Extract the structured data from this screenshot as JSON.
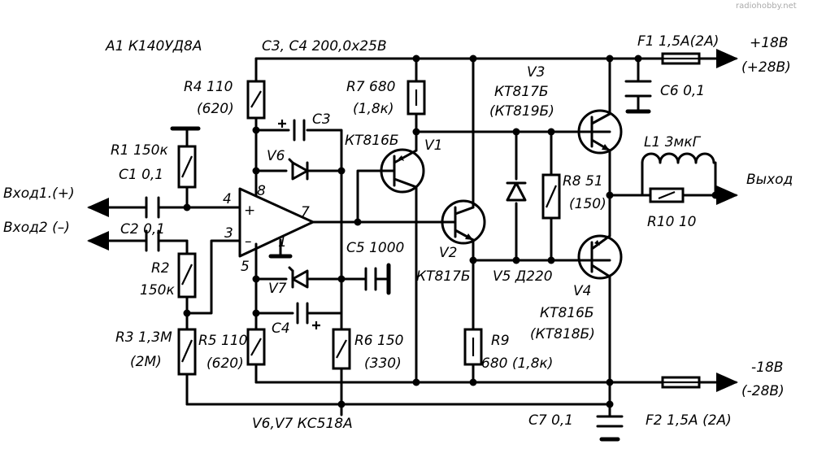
{
  "watermark": "radiohobby.net",
  "labels": {
    "a1": "A1 К140УД8А",
    "c3c4": "C3, C4 200,0х25В",
    "r4": "R4 110",
    "r4_alt": "(620)",
    "r7": "R7 680",
    "r7_alt": "(1,8к)",
    "v3": "V3",
    "v3_type": "КТ817Б",
    "v3_alt": "(КТ819Б)",
    "f1": "F1 1,5А(2А)",
    "pos_supply": "+18В",
    "pos_supply_alt": "(+28В)",
    "c6": "C6 0,1",
    "c3": "C3",
    "v1_type": "КТ816Б",
    "v1": "V1",
    "l1": "L1 3мкГ",
    "r1": "R1 150к",
    "v6": "V6",
    "c1": "C1 0,1",
    "r8": "R8 51",
    "r8_alt": "(150)",
    "output": "Выход",
    "input1": "Вход1.(+)",
    "input2": "Вход2 (–)",
    "c2": "C2 0,1",
    "pin4": "4",
    "pin8": "8",
    "pin7": "7",
    "pin3": "3",
    "pin1": "1",
    "pin5": "5",
    "r10": "R10 10",
    "c5": "C5 1000",
    "v2": "V2",
    "v2_type": "КТ817Б",
    "v5": "V5 Д220",
    "r2": "R2",
    "r2_val": "150к",
    "v7": "V7",
    "v4": "V4",
    "v4_type": "КТ816Б",
    "v4_alt": "(КТ818Б)",
    "c4": "C4",
    "plus": "+",
    "minus": "–",
    "r3": "R3 1,3М",
    "r3_alt": "(2М)",
    "r5": "R5 110",
    "r5_alt": "(620)",
    "r6": "R6 150",
    "r6_alt": "(330)",
    "r9": "R9",
    "r9_val": "680 (1,8к)",
    "neg_supply": "-18В",
    "neg_supply_alt": "(-28В)",
    "v6v7": "V6,V7 КС518А",
    "c7": "C7 0,1",
    "f2": "F2 1,5А (2А)"
  }
}
